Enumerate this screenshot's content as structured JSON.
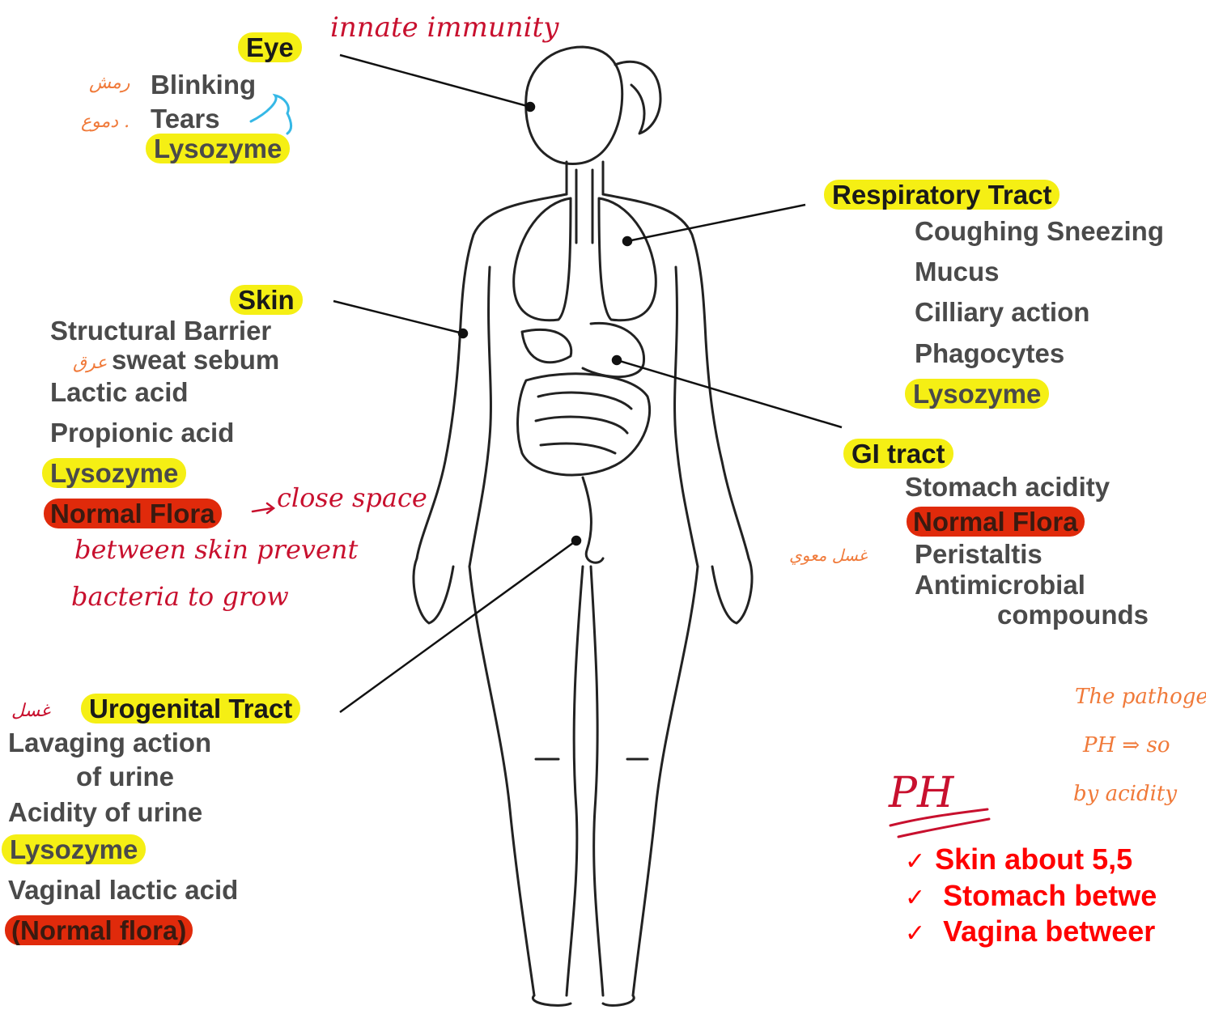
{
  "annotations": {
    "innate": "innate immunity",
    "eye_side_1": "رمش",
    "eye_side_2": "دموع .",
    "skin_side": "عرق",
    "normal_flora_note_1": "close space",
    "normal_flora_note_2": "between skin prevent",
    "normal_flora_note_3": "bacteria to grow",
    "uro_side": "غسل",
    "gi_side": "غسل معوي",
    "pathogen_1": "The pathoge",
    "pathogen_2": "PH ⇒ so",
    "pathogen_3": "by acidity",
    "ph_heading": "PH"
  },
  "eye": {
    "title": "Eye",
    "items": [
      "Blinking",
      "Tears",
      "Lysozyme"
    ]
  },
  "skin": {
    "title": "Skin",
    "items": [
      "Structural Barrier",
      "sweat sebum",
      "Lactic acid",
      "Propionic acid",
      "Lysozyme",
      "Normal Flora"
    ]
  },
  "urogenital": {
    "title": "Urogenital Tract",
    "items": [
      "Lavaging action",
      "of urine",
      "Acidity of urine",
      "Lysozyme",
      "Vaginal lactic acid",
      "(Normal flora)"
    ]
  },
  "respiratory": {
    "title": "Respiratory Tract",
    "items": [
      "Coughing Sneezing",
      "Mucus",
      "Cilliary action",
      "Phagocytes",
      "Lysozyme"
    ]
  },
  "gi": {
    "title": "GI tract",
    "items": [
      "Stomach acidity",
      "Normal Flora",
      "Peristaltis",
      "Antimicrobial",
      "compounds"
    ]
  },
  "ph_list": [
    "Skin about 5,5",
    "Stomach betwe",
    "Vagina betweer"
  ],
  "colors": {
    "highlight_yellow": "#f5ef14",
    "highlight_red": "#e02a0b",
    "ink_red": "#c8102e",
    "ink_orange": "#f07a3a",
    "ink_blue": "#35b8e6"
  }
}
